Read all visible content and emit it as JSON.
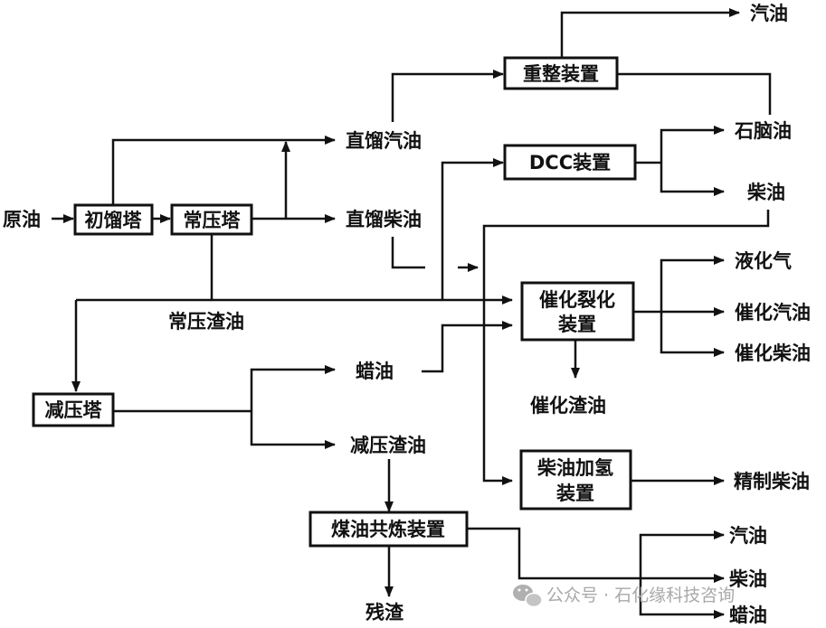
{
  "nodes": {
    "crude_oil": "原油",
    "initial_distillation_tower": "初馏塔",
    "atmospheric_tower": "常压塔",
    "straight_run_gasoline": "直馏汽油",
    "straight_run_diesel": "直馏柴油",
    "atmospheric_residue": "常压渣油",
    "reforming_unit": "重整装置",
    "reforming_gasoline": "汽油",
    "dcc_unit": "DCC装置",
    "naphtha": "石脑油",
    "dcc_diesel": "柴油",
    "fcc_unit_line1": "催化裂化",
    "fcc_unit_line2": "装置",
    "liquefied_gas": "液化气",
    "fcc_gasoline": "催化汽油",
    "fcc_diesel": "催化柴油",
    "fcc_slurry": "催化渣油",
    "vacuum_tower": "减压塔",
    "wax_oil": "蜡油",
    "vacuum_residue": "减压渣油",
    "diesel_hydro_line1": "柴油加氢",
    "diesel_hydro_line2": "装置",
    "refined_diesel": "精制柴油",
    "coal_oil_coprocessing_unit": "煤油共炼装置",
    "residue": "残渣",
    "coprocess_gasoline": "汽油",
    "coprocess_diesel": "柴油",
    "coprocess_wax_oil": "蜡油"
  },
  "watermark": {
    "text": "公众号 · 石化缘科技咨询",
    "icon": "wechat-icon"
  },
  "colors": {
    "line": "#111111",
    "watermark": "#a9a9a9"
  }
}
